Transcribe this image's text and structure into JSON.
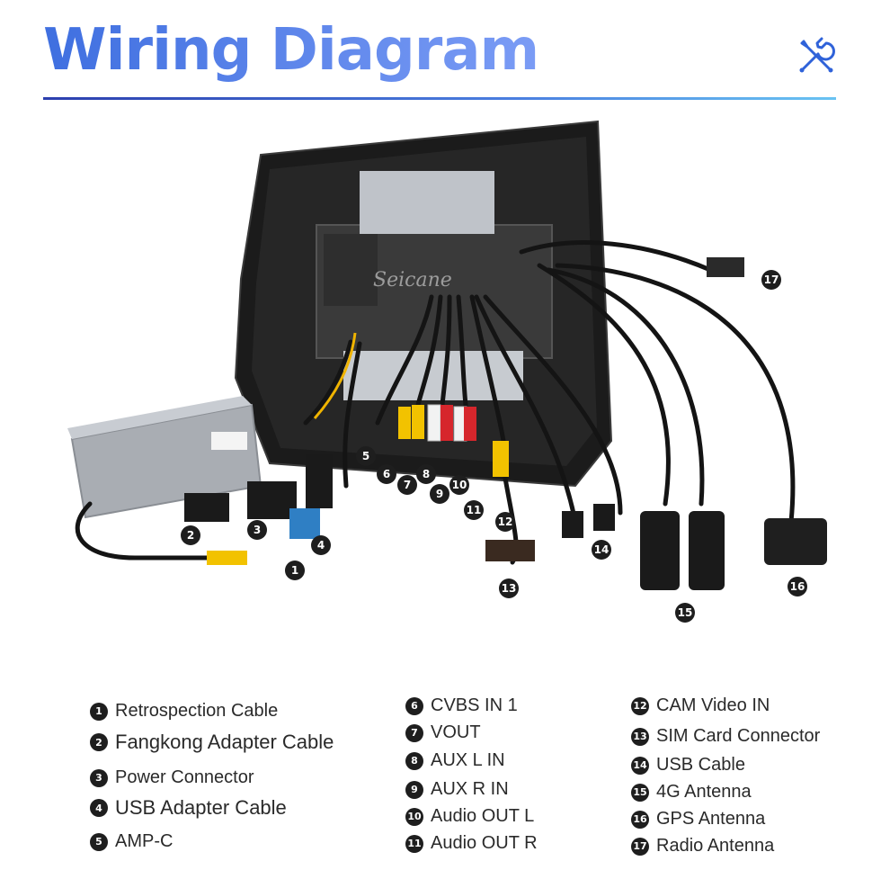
{
  "header": {
    "title": "Wiring Diagram",
    "icon": "wrench-screwdriver-icon",
    "accent": "#4a74e8"
  },
  "diagram": {
    "watermark": "Seicane",
    "colors": {
      "panel": "#1c1c1c",
      "metal": "#bfc3c9",
      "cable": "#141414",
      "yellow": "#f2c200",
      "red": "#d6262c",
      "white": "#f2f2f2",
      "blue": "#2f7fc4"
    },
    "callouts": [
      "1",
      "2",
      "3",
      "4",
      "5",
      "6",
      "7",
      "8",
      "9",
      "10",
      "11",
      "12",
      "13",
      "14",
      "15",
      "16",
      "17"
    ]
  },
  "legend": {
    "col1": [
      {
        "num": "1",
        "label": "Retrospection Cable"
      },
      {
        "num": "2",
        "label": "Fangkong Adapter Cable"
      },
      {
        "num": "3",
        "label": "Power Connector"
      },
      {
        "num": "4",
        "label": "USB Adapter Cable"
      },
      {
        "num": "5",
        "label": "AMP-C"
      }
    ],
    "col2": [
      {
        "num": "6",
        "label": "CVBS IN 1"
      },
      {
        "num": "7",
        "label": "VOUT"
      },
      {
        "num": "8",
        "label": "AUX L IN"
      },
      {
        "num": "9",
        "label": "AUX R IN"
      },
      {
        "num": "10",
        "label": "Audio OUT L"
      },
      {
        "num": "11",
        "label": "Audio OUT R"
      }
    ],
    "col3": [
      {
        "num": "12",
        "label": "CAM Video IN"
      },
      {
        "num": "13",
        "label": "SIM Card Connector"
      },
      {
        "num": "14",
        "label": "USB Cable"
      },
      {
        "num": "15",
        "label": "4G Antenna"
      },
      {
        "num": "16",
        "label": "GPS Antenna"
      },
      {
        "num": "17",
        "label": "Radio Antenna"
      }
    ]
  }
}
